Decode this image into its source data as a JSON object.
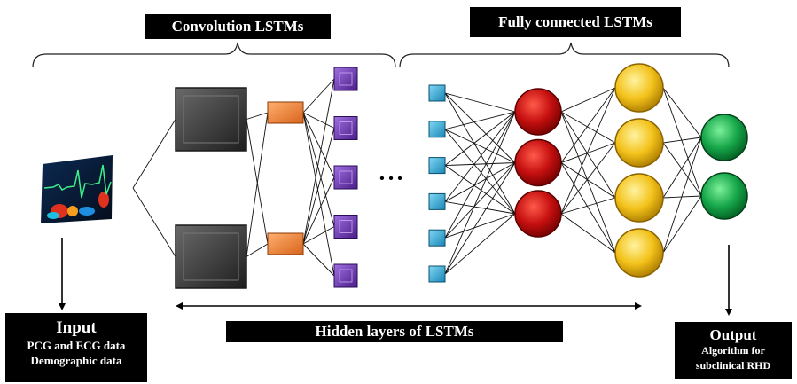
{
  "labels": {
    "convolution": "Convolution LSTMs",
    "fully_connected": "Fully connected LSTMs",
    "hidden": "Hidden layers of LSTMs"
  },
  "input": {
    "title": "Input",
    "lines": [
      "PCG and ECG data",
      "Demographic data"
    ]
  },
  "output": {
    "title": "Output",
    "lines": [
      "Algorithm for",
      "subclinical RHD"
    ]
  },
  "colors": {
    "conv_block": "#3b3b3b",
    "pool_node": "#f08a3c",
    "feature_node": "#7b3fb8",
    "input_node": "#2aa9d8",
    "red_node": "#c40f0f",
    "yellow_node": "#f3c21a",
    "green_node": "#16a64a",
    "label_bg": "#000000"
  },
  "network": {
    "pool_count": 2,
    "feature_count": 5,
    "input_count": 6,
    "red_count": 3,
    "yellow_count": 4,
    "green_count": 2,
    "ellipsis": "• • •"
  }
}
